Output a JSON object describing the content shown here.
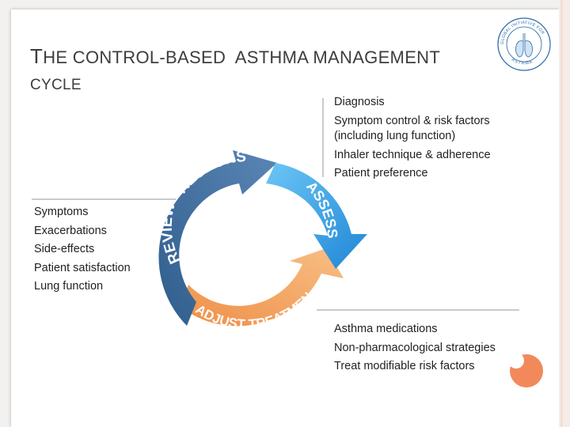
{
  "title": {
    "line1_cap": "T",
    "line1_rest": "HE CONTROL-BASED  ASTHMA MANAGEMENT",
    "line2": "CYCLE"
  },
  "cycle": {
    "assess": "ASSESS",
    "adjust": "ADJUST TREATMENT",
    "review": "REVIEW",
    "response": "RESPONSE"
  },
  "assess_items": [
    "Diagnosis",
    "Symptom control & risk factors",
    "(including lung function)",
    "Inhaler technique & adherence",
    "Patient preference"
  ],
  "review_items": [
    "Symptoms",
    "Exacerbations",
    "Side-effects",
    "Patient satisfaction",
    "Lung function"
  ],
  "adjust_items": [
    "Asthma medications",
    "Non-pharmacological strategies",
    "Treat modifiable risk factors"
  ],
  "logo": {
    "ring_text": "GLOBAL INITIATIVE FOR",
    "bottom_text": "ASTHMA"
  },
  "colors": {
    "assess_blue": "#2e9fe6",
    "adjust_orange": "#f2a263",
    "review_navy": "#3c6a9a",
    "divider": "#b8b8b8",
    "logo_blue": "#2b6aa6"
  }
}
